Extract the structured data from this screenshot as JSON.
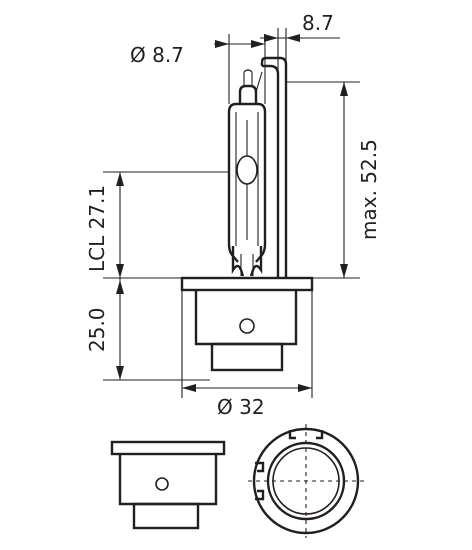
{
  "dimensions": {
    "top_right_width": "8.7",
    "bulb_diameter": "Ø 8.7",
    "overall_length": "max. 52.5",
    "light_center_length": "LCL 27.1",
    "base_height": "25.0",
    "base_diameter": "Ø 32"
  },
  "views": [
    "side-view",
    "base-profile-view",
    "base-end-view"
  ]
}
